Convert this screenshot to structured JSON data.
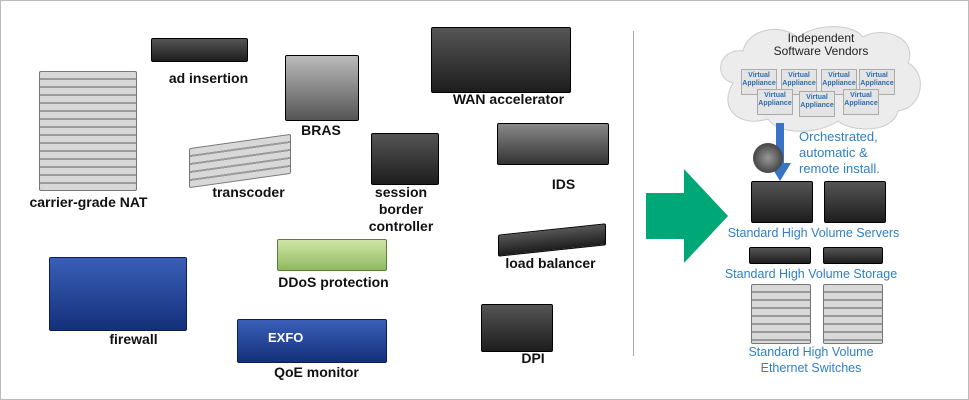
{
  "legacy_appliances": {
    "ad_insertion": "ad insertion",
    "bras": "BRAS",
    "wan_accelerator": "WAN accelerator",
    "carrier_grade_nat": "carrier-grade NAT",
    "transcoder": "transcoder",
    "session_border_controller": "session border controller",
    "ids": "IDS",
    "load_balancer": "load balancer",
    "ddos_protection": "DDoS protection",
    "firewall": "firewall",
    "qoe_monitor": "QoE monitor",
    "dpi": "DPI",
    "exfo_logo": "EXFO"
  },
  "nfv": {
    "cloud_title": "Independent Software Vendors",
    "virtual_appliance": "Virtual Appliance",
    "orchestration": "Orchestrated, automatic & remote install.",
    "servers": "Standard High Volume Servers",
    "storage": "Standard High Volume Storage",
    "switches": "Standard High Volume Ethernet Switches"
  },
  "colors": {
    "arrow": "#00a878",
    "label_blue": "#2f7fc6"
  }
}
